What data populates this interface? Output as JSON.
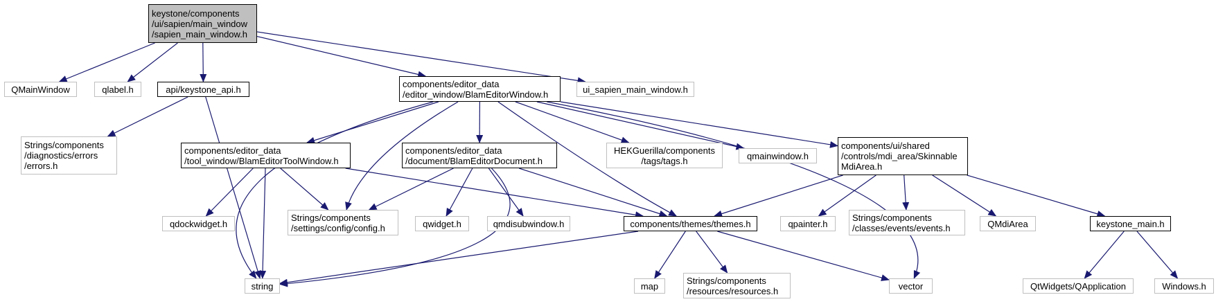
{
  "diagram": {
    "type": "include-dependency-graph",
    "colors": {
      "edge": "#191970",
      "internal_border": "#000000",
      "external_border": "#bfbfbf",
      "focus_fill": "#bfbfbf"
    },
    "nodes": {
      "n0": "keystone/components\n/ui/sapien/main_window\n/sapien_main_window.h",
      "n1": "QMainWindow",
      "n2": "qlabel.h",
      "n3": "api/keystone_api.h",
      "n4": "string",
      "n5": "Strings/components\n/diagnostics/errors\n/errors.h",
      "n6": "components/editor_data\n/editor_window/BlamEditorWindow.h",
      "n7": "components/editor_data\n/tool_window/BlamEditorToolWindow.h",
      "n8": "qdockwidget.h",
      "n9": "Strings/components\n/settings/config/config.h",
      "n10": "components/themes/themes.h",
      "n11": "map",
      "n12": "Strings/components\n/resources/resources.h",
      "n13": "vector",
      "n14": "components/editor_data\n/document/BlamEditorDocument.h",
      "n15": "qwidget.h",
      "n16": "qmdisubwindow.h",
      "n17": "HEKGuerilla/components\n/tags/tags.h",
      "n18": "qmainwindow.h",
      "n19": "components/ui/shared\n/controls/mdi_area/Skinnable\nMdiArea.h",
      "n20": "qpainter.h",
      "n21": "Strings/components\n/classes/events/events.h",
      "n22": "QMdiArea",
      "n23": "keystone_main.h",
      "n24": "QtWidgets/QApplication",
      "n25": "Windows.h",
      "n26": "ui_sapien_main_window.h"
    },
    "edges": [
      [
        "n0",
        "n1"
      ],
      [
        "n0",
        "n2"
      ],
      [
        "n0",
        "n3"
      ],
      [
        "n0",
        "n6"
      ],
      [
        "n0",
        "n26"
      ],
      [
        "n3",
        "n4"
      ],
      [
        "n3",
        "n5"
      ],
      [
        "n6",
        "n4"
      ],
      [
        "n6",
        "n7"
      ],
      [
        "n6",
        "n9"
      ],
      [
        "n6",
        "n14"
      ],
      [
        "n6",
        "n10"
      ],
      [
        "n6",
        "n17"
      ],
      [
        "n6",
        "n18"
      ],
      [
        "n6",
        "n19"
      ],
      [
        "n6",
        "n13"
      ],
      [
        "n7",
        "n8"
      ],
      [
        "n7",
        "n4"
      ],
      [
        "n7",
        "n9"
      ],
      [
        "n7",
        "n10"
      ],
      [
        "n14",
        "n9"
      ],
      [
        "n14",
        "n15"
      ],
      [
        "n14",
        "n16"
      ],
      [
        "n14",
        "n10"
      ],
      [
        "n14",
        "n4"
      ],
      [
        "n10",
        "n4"
      ],
      [
        "n10",
        "n11"
      ],
      [
        "n10",
        "n12"
      ],
      [
        "n10",
        "n13"
      ],
      [
        "n19",
        "n10"
      ],
      [
        "n19",
        "n20"
      ],
      [
        "n19",
        "n21"
      ],
      [
        "n19",
        "n22"
      ],
      [
        "n19",
        "n23"
      ],
      [
        "n23",
        "n24"
      ],
      [
        "n23",
        "n25"
      ]
    ]
  }
}
